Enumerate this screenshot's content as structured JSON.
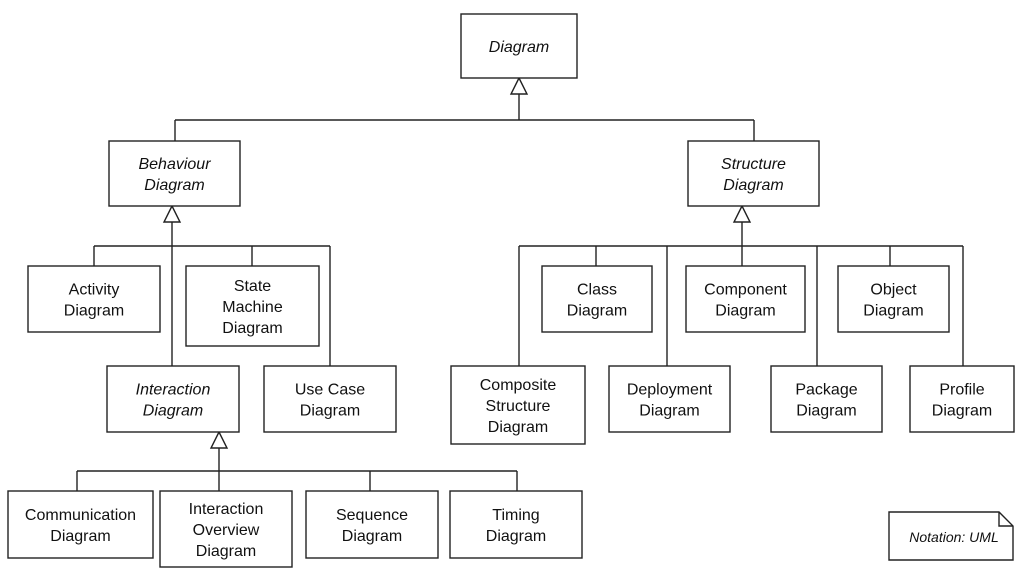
{
  "diagram": {
    "nodes": [
      {
        "id": "diagram",
        "lines": [
          "Diagram"
        ],
        "abstract": true
      },
      {
        "id": "behaviour",
        "lines": [
          "Behaviour",
          "Diagram"
        ],
        "abstract": true
      },
      {
        "id": "structure",
        "lines": [
          "Structure",
          "Diagram"
        ],
        "abstract": true
      },
      {
        "id": "activity",
        "lines": [
          "Activity",
          "Diagram"
        ],
        "abstract": false
      },
      {
        "id": "state-machine",
        "lines": [
          "State",
          "Machine",
          "Diagram"
        ],
        "abstract": false
      },
      {
        "id": "interaction",
        "lines": [
          "Interaction",
          "Diagram"
        ],
        "abstract": true
      },
      {
        "id": "use-case",
        "lines": [
          "Use Case",
          "Diagram"
        ],
        "abstract": false
      },
      {
        "id": "communication",
        "lines": [
          "Communication",
          "Diagram"
        ],
        "abstract": false
      },
      {
        "id": "interaction-overview",
        "lines": [
          "Interaction",
          "Overview",
          "Diagram"
        ],
        "abstract": false
      },
      {
        "id": "sequence",
        "lines": [
          "Sequence",
          "Diagram"
        ],
        "abstract": false
      },
      {
        "id": "timing",
        "lines": [
          "Timing",
          "Diagram"
        ],
        "abstract": false
      },
      {
        "id": "class",
        "lines": [
          "Class",
          "Diagram"
        ],
        "abstract": false
      },
      {
        "id": "component",
        "lines": [
          "Component",
          "Diagram"
        ],
        "abstract": false
      },
      {
        "id": "object",
        "lines": [
          "Object",
          "Diagram"
        ],
        "abstract": false
      },
      {
        "id": "composite-structure",
        "lines": [
          "Composite",
          "Structure",
          "Diagram"
        ],
        "abstract": false
      },
      {
        "id": "deployment",
        "lines": [
          "Deployment",
          "Diagram"
        ],
        "abstract": false
      },
      {
        "id": "package",
        "lines": [
          "Package",
          "Diagram"
        ],
        "abstract": false
      },
      {
        "id": "profile",
        "lines": [
          "Profile",
          "Diagram"
        ],
        "abstract": false
      }
    ],
    "inheritance": [
      {
        "parent": "diagram",
        "children": [
          "behaviour",
          "structure"
        ]
      },
      {
        "parent": "behaviour",
        "children": [
          "activity",
          "state-machine",
          "interaction",
          "use-case"
        ]
      },
      {
        "parent": "interaction",
        "children": [
          "communication",
          "interaction-overview",
          "sequence",
          "timing"
        ]
      },
      {
        "parent": "structure",
        "children": [
          "class",
          "component",
          "object",
          "composite-structure",
          "deployment",
          "package",
          "profile"
        ]
      }
    ],
    "note": "Notation: UML"
  }
}
